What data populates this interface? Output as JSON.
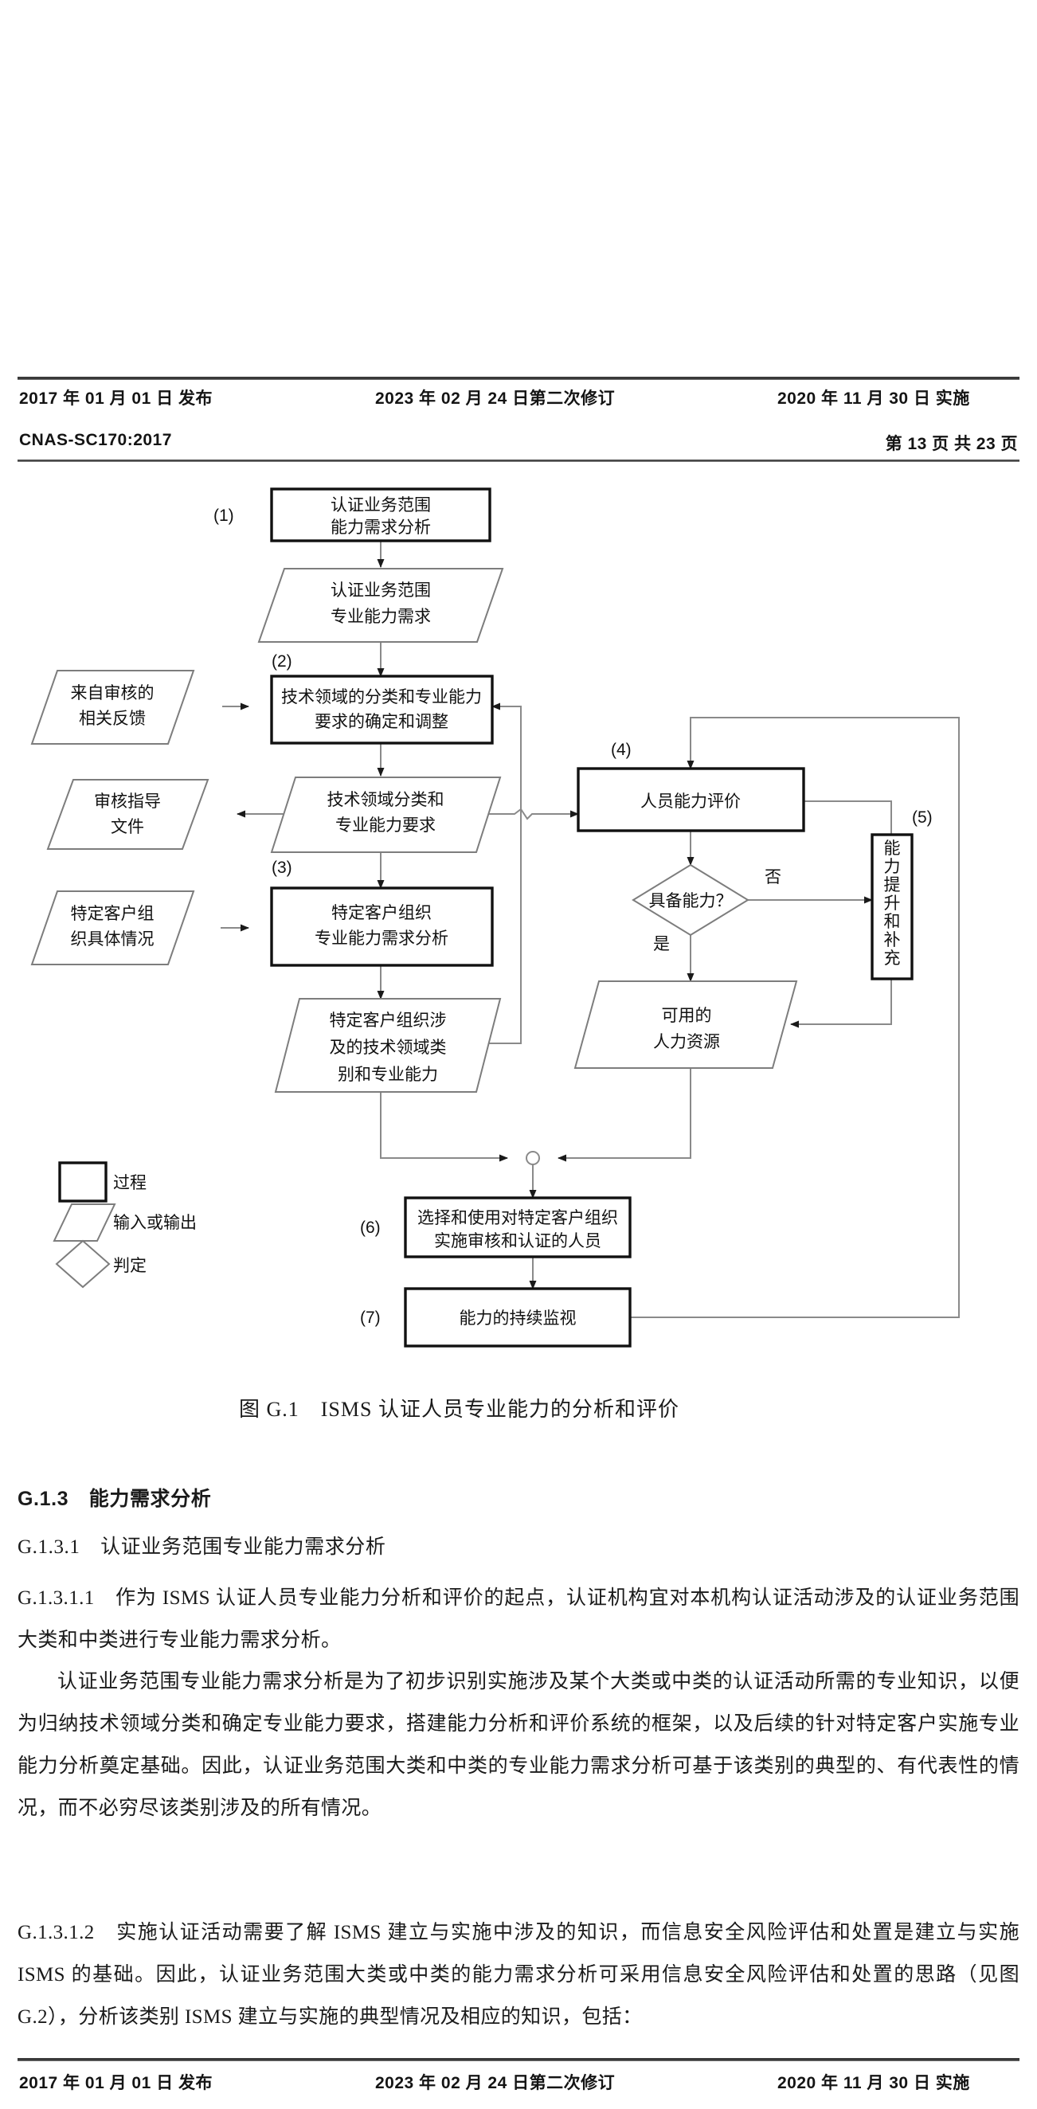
{
  "header": {
    "top_footer": {
      "left": "2017 年 01 月 01 日  发布",
      "center": "2023 年 02 月 24 日第二次修订",
      "right": "2020 年 11 月 30 日  实施"
    },
    "doc_code": "CNAS-SC170:2017",
    "page_info": "第 13 页  共 23 页"
  },
  "figure": {
    "caption": "图 G.1　ISMS 认证人员专业能力的分析和评价",
    "step_labels": {
      "s1": "(1)",
      "s2": "(2)",
      "s3": "(3)",
      "s4": "(4)",
      "s5": "(5)",
      "s6": "(6)",
      "s7": "(7)"
    },
    "nodes": {
      "n1_l1": "认证业务范围",
      "n1_l2": "能力需求分析",
      "n2_l1": "认证业务范围",
      "n2_l2": "专业能力需求",
      "n3_l1": "来自审核的",
      "n3_l2": "相关反馈",
      "n4_l1": "技术领域的分类和专业能力",
      "n4_l2": "要求的确定和调整",
      "n5_l1": "审核指导",
      "n5_l2": "文件",
      "n6_l1": "技术领域分类和",
      "n6_l2": "专业能力要求",
      "n7_l1": "人员能力评价",
      "n8_l1": "特定客户组",
      "n8_l2": "织具体情况",
      "n9_l1": "特定客户组织",
      "n9_l2": "专业能力需求分析",
      "n10_l1": "具备能力？",
      "n11_v1": "能",
      "n11_v2": "力",
      "n11_v3": "提",
      "n11_v4": "升",
      "n11_v5": "和",
      "n11_v6": "补",
      "n11_v7": "充",
      "n12_l1": "特定客户组织涉",
      "n12_l2": "及的技术领域类",
      "n12_l3": "别和专业能力",
      "n13_l1": "可用的",
      "n13_l2": "人力资源",
      "n14_l1": "选择和使用对特定客户组织",
      "n14_l2": "实施审核和认证的人员",
      "n15_l1": "能力的持续监视"
    },
    "edge_labels": {
      "yes": "是",
      "no": "否"
    },
    "legend": [
      {
        "shape": "rectangle",
        "label": "过程"
      },
      {
        "shape": "parallelogram",
        "label": "输入或输出"
      },
      {
        "shape": "diamond",
        "label": "判定"
      }
    ]
  },
  "body": {
    "heading_g13": "G.1.3　能力需求分析",
    "heading_g131": "G.1.3.1　认证业务范围专业能力需求分析",
    "para_g1311": "G.1.3.1.1　作为 ISMS 认证人员专业能力分析和评价的起点，认证机构宜对本机构认证活动涉及的认证业务范围大类和中类进行专业能力需求分析。",
    "para_2": "认证业务范围专业能力需求分析是为了初步识别实施涉及某个大类或中类的认证活动所需的专业知识，以便为归纳技术领域分类和确定专业能力要求，搭建能力分析和评价系统的框架，以及后续的针对特定客户实施专业能力分析奠定基础。因此，认证业务范围大类和中类的专业能力需求分析可基于该类别的典型的、有代表性的情况，而不必穷尽该类别涉及的所有情况。",
    "para_g1312": "G.1.3.1.2　实施认证活动需要了解 ISMS 建立与实施中涉及的知识，而信息安全风险评估和处置是建立与实施 ISMS 的基础。因此，认证业务范围大类或中类的能力需求分析可采用信息安全风险评估和处置的思路（见图 G.2），分析该类别 ISMS 建立与实施的典型情况及相应的知识，包括："
  },
  "footer": {
    "left": "2017 年 01 月 01 日  发布",
    "center": "2023 年 02 月 24 日第二次修订",
    "right": "2020 年 11 月 30 日  实施"
  }
}
